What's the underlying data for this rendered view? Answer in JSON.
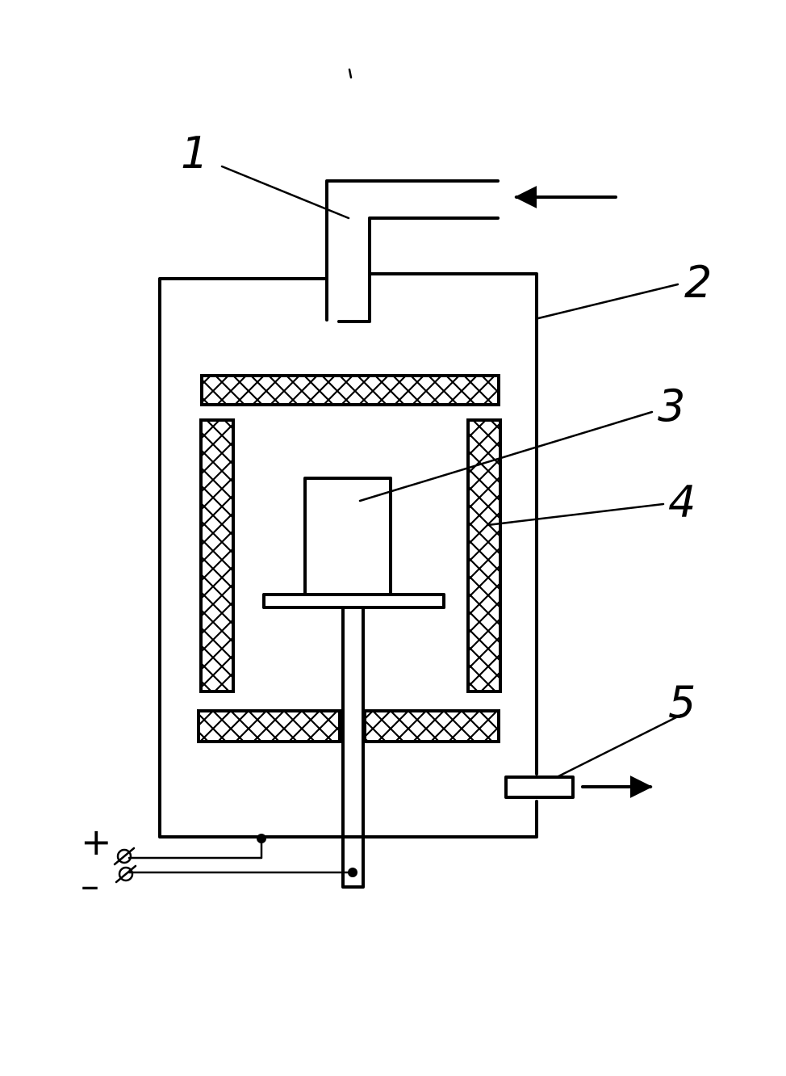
{
  "figure": {
    "labels": {
      "inlet_pipe": "1",
      "chamber_wall": "2",
      "workpiece": "3",
      "heater_element": "4",
      "outlet_port": "5"
    },
    "terminals": {
      "positive": "+",
      "negative": "–"
    },
    "arrows": {
      "inlet": "flow-in-arrow",
      "outlet": "flow-out-arrow"
    },
    "colors": {
      "ink": "#000000",
      "background": "#ffffff"
    }
  }
}
